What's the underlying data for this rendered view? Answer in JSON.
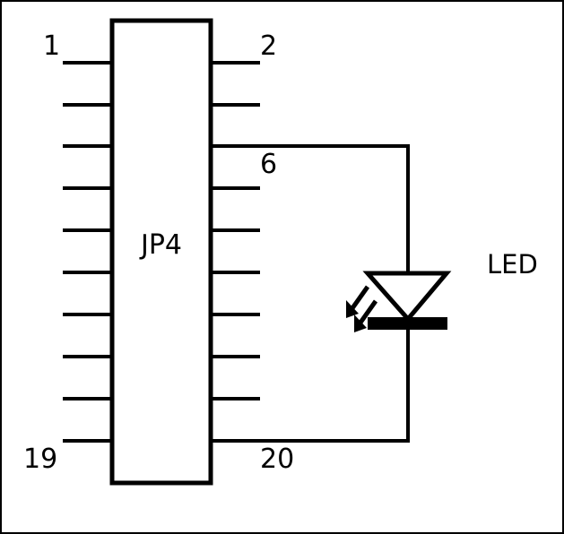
{
  "diagram": {
    "connector": {
      "name": "JP4",
      "pin_labels": {
        "top_left": "1",
        "top_right": "2",
        "right_third": "6",
        "bottom_left": "19",
        "bottom_right": "20"
      }
    },
    "led": {
      "label": "LED"
    },
    "colors": {
      "stroke": "#000000",
      "background": "#ffffff"
    }
  }
}
